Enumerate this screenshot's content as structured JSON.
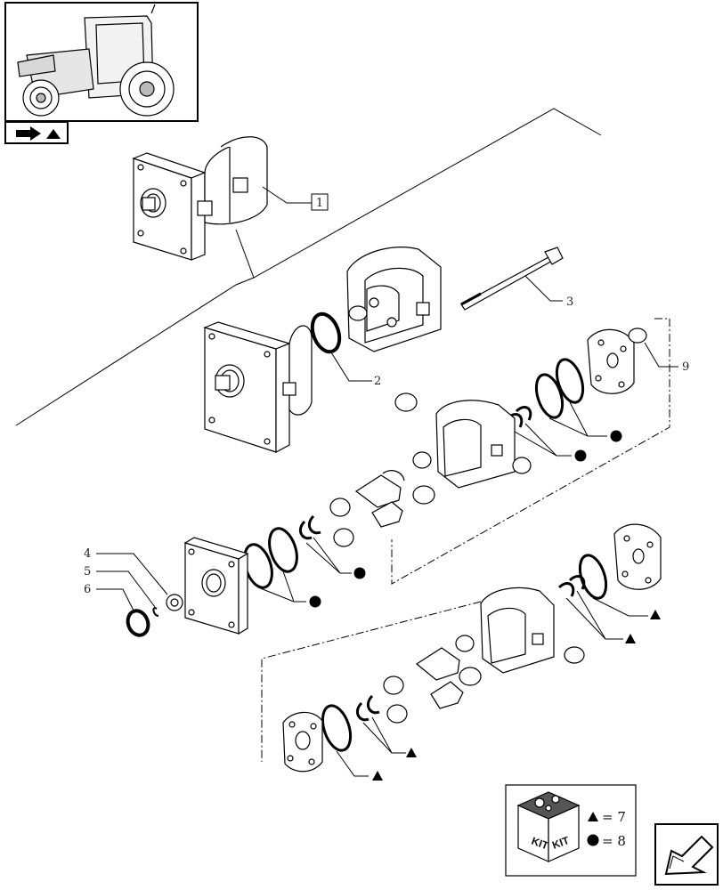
{
  "callouts": {
    "ref_1": "1",
    "ref_2": "2",
    "ref_3": "3",
    "ref_4": "4",
    "ref_5": "5",
    "ref_6": "6",
    "ref_9": "9"
  },
  "kit_legend": {
    "kit_word_a": "KIT",
    "kit_word_b": "KIT",
    "triangle_ref": "= 7",
    "dot_ref": "= 8"
  },
  "icons": {
    "tractor": "tractor-thumbnail-icon",
    "nav_small": "nav-arrow-icon",
    "nav_large": "next-page-arrow-icon",
    "triangle": "triangle-marker-icon",
    "dot": "dot-marker-icon"
  }
}
